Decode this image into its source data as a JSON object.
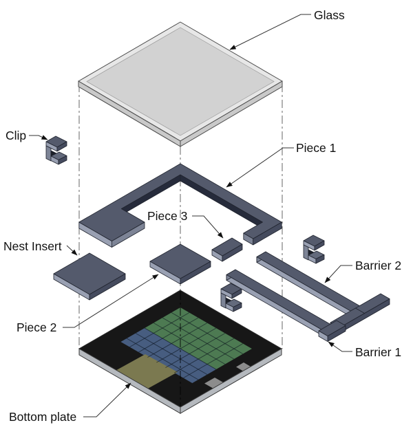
{
  "diagram": {
    "type": "exploded-assembly-diagram",
    "labels": {
      "glass": "Glass",
      "clip": "Clip",
      "piece1": "Piece 1",
      "piece3": "Piece 3",
      "nest_insert": "Nest Insert",
      "piece2": "Piece 2",
      "barrier2": "Barrier 2",
      "barrier1": "Barrier 1",
      "bottom_plate": "Bottom plate"
    },
    "colors": {
      "part_top": "#545a6c",
      "part_side_light": "#99a0b2",
      "part_side_medium": "#7d8496",
      "part_side_dark": "#454b5e",
      "part_inner_shadow": "#262b3b",
      "glass_surface": "#d2d2d2",
      "glass_rim": "#e7e7e7",
      "glass_side": "#c9c9c9",
      "plate_top": "#171717",
      "plate_side": "#b5b9be",
      "region_green": "#4d7a52",
      "region_blue": "#475d80",
      "region_olive": "#7b7950",
      "region_gray": "#8c8c8c",
      "label_text": "#111111",
      "leader_line": "#333333",
      "construction_line": "#666666"
    }
  }
}
